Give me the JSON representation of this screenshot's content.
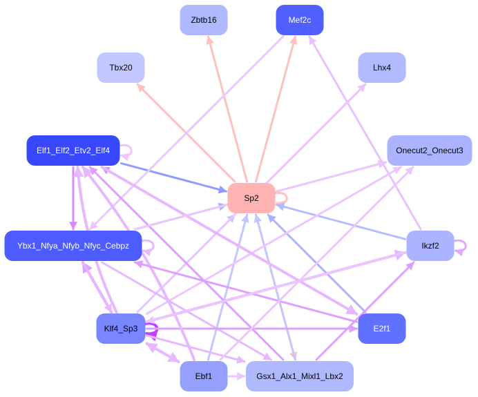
{
  "title": "Transcription factor regulatory network",
  "colors": {
    "pink_edge": "#ffc0c0",
    "light_violet_edge": "#ebc6ff",
    "violet_edge": "#d98cff",
    "mid_violet_edge": "#e2a8ff",
    "blue_edge": "#8c9cff",
    "light_blue_edge": "#b3bcff",
    "pale_blue_edge": "#c2c8ff",
    "magenta_loop": "#c040ff"
  },
  "nodes": [
    {
      "id": "Zbtb16",
      "label": "Zbtb16",
      "fill": "#b0b8ff",
      "text": "#000000"
    },
    {
      "id": "Mef2c",
      "label": "Mef2c",
      "fill": "#5060ff",
      "text": "#ffffff"
    },
    {
      "id": "Tbx20",
      "label": "Tbx20",
      "fill": "#c2c8ff",
      "text": "#000000"
    },
    {
      "id": "Lhx4",
      "label": "Lhx4",
      "fill": "#b3bbff",
      "text": "#000000"
    },
    {
      "id": "Elf1_Elf2_Etv2_Elf4",
      "label": "Elf1_Elf2_Etv2_Elf4",
      "fill": "#3848ff",
      "text": "#ffffff"
    },
    {
      "id": "Onecut2_Onecut3",
      "label": "Onecut2_Onecut3",
      "fill": "#acb4ff",
      "text": "#000000"
    },
    {
      "id": "Sp2",
      "label": "Sp2",
      "fill": "#ffb3b3",
      "text": "#000000"
    },
    {
      "id": "Ybx1_Nfya_Nfyb_Nfyc_Cebpz",
      "label": "Ybx1_Nfya_Nfyb_Nfyc_Cebpz",
      "fill": "#4c5cff",
      "text": "#ffffff"
    },
    {
      "id": "Ikzf2",
      "label": "Ikzf2",
      "fill": "#acb4ff",
      "text": "#000000"
    },
    {
      "id": "Klf4_Sp3",
      "label": "Klf4_Sp3",
      "fill": "#7a86ff",
      "text": "#000000"
    },
    {
      "id": "E2f1",
      "label": "E2f1",
      "fill": "#6070ff",
      "text": "#ffffff"
    },
    {
      "id": "Ebf1",
      "label": "Ebf1",
      "fill": "#96a0ff",
      "text": "#000000"
    },
    {
      "id": "Gsx1_Alx1_Mixl1_Lbx2",
      "label": "Gsx1_Alx1_Mixl1_Lbx2",
      "fill": "#b0b8ff",
      "text": "#000000"
    }
  ],
  "edges": [
    {
      "from": "Sp2",
      "to": "Zbtb16",
      "color": "#ffc0c0",
      "weight": 2
    },
    {
      "from": "Sp2",
      "to": "Mef2c",
      "color": "#ffc0c0",
      "weight": 2
    },
    {
      "from": "Sp2",
      "to": "Tbx20",
      "color": "#ffc0c0",
      "weight": 2
    },
    {
      "from": "Sp2",
      "to": "Lhx4",
      "color": "#ffc0c0",
      "weight": 2
    },
    {
      "from": "Sp2",
      "to": "Onecut2_Onecut3",
      "color": "#ffc0c0",
      "weight": 2
    },
    {
      "from": "Sp2",
      "to": "Gsx1_Alx1_Mixl1_Lbx2",
      "color": "#ffc0c0",
      "weight": 2
    },
    {
      "from": "Sp2",
      "to": "Sp2",
      "color": "#ffc0c0",
      "weight": 2
    },
    {
      "from": "Elf1_Elf2_Etv2_Elf4",
      "to": "Sp2",
      "color": "#8c9cff",
      "weight": 2
    },
    {
      "from": "Ybx1_Nfya_Nfyb_Nfyc_Cebpz",
      "to": "Sp2",
      "color": "#a8b2ff",
      "weight": 2
    },
    {
      "from": "Klf4_Sp3",
      "to": "Sp2",
      "color": "#c2c8ff",
      "weight": 2
    },
    {
      "from": "Ebf1",
      "to": "Sp2",
      "color": "#c2c8ff",
      "weight": 2
    },
    {
      "from": "Gsx1_Alx1_Mixl1_Lbx2",
      "to": "Sp2",
      "color": "#c2c8ff",
      "weight": 2
    },
    {
      "from": "E2f1",
      "to": "Sp2",
      "color": "#a8b2ff",
      "weight": 2
    },
    {
      "from": "Ikzf2",
      "to": "Sp2",
      "color": "#b3bcff",
      "weight": 2
    },
    {
      "from": "Ikzf2",
      "to": "Mef2c",
      "color": "#e6c2ff",
      "weight": 2
    },
    {
      "from": "Ikzf2",
      "to": "Ikzf2",
      "color": "#e0a8ff",
      "weight": 2
    },
    {
      "from": "Elf1_Elf2_Etv2_Elf4",
      "to": "Elf1_Elf2_Etv2_Elf4",
      "color": "#ebc6ff",
      "weight": 2
    },
    {
      "from": "Elf1_Elf2_Etv2_Elf4",
      "to": "Ybx1_Nfya_Nfyb_Nfyc_Cebpz",
      "color": "#d98cff",
      "weight": 2
    },
    {
      "from": "Mef2c",
      "to": "Ybx1_Nfya_Nfyb_Nfyc_Cebpz",
      "color": "#ebc6ff",
      "weight": 2
    },
    {
      "from": "Klf4_Sp3",
      "to": "Lhx4",
      "color": "#ebc6ff",
      "weight": 2
    },
    {
      "from": "Klf4_Sp3",
      "to": "Onecut2_Onecut3",
      "color": "#ebc6ff",
      "weight": 2
    },
    {
      "from": "Klf4_Sp3",
      "to": "Elf1_Elf2_Etv2_Elf4",
      "color": "#e6b8ff",
      "weight": 3
    },
    {
      "from": "Klf4_Sp3",
      "to": "Klf4_Sp3",
      "color": "#c040ff",
      "weight": 3
    },
    {
      "from": "Klf4_Sp3",
      "to": "Ybx1_Nfya_Nfyb_Nfyc_Cebpz",
      "color": "#dda0ff",
      "weight": 3
    },
    {
      "from": "Ybx1_Nfya_Nfyb_Nfyc_Cebpz",
      "to": "Klf4_Sp3",
      "color": "#e6b8ff",
      "weight": 2
    },
    {
      "from": "Ybx1_Nfya_Nfyb_Nfyc_Cebpz",
      "to": "Ybx1_Nfya_Nfyb_Nfyc_Cebpz",
      "color": "#e6b8ff",
      "weight": 2
    },
    {
      "from": "Ybx1_Nfya_Nfyb_Nfyc_Cebpz",
      "to": "Gsx1_Alx1_Mixl1_Lbx2",
      "color": "#e6b8ff",
      "weight": 2
    },
    {
      "from": "Klf4_Sp3",
      "to": "E2f1",
      "color": "#dda0ff",
      "weight": 2
    },
    {
      "from": "Klf4_Sp3",
      "to": "Ikzf2",
      "color": "#e6b8ff",
      "weight": 3
    },
    {
      "from": "Klf4_Sp3",
      "to": "Ebf1",
      "color": "#e6b8ff",
      "weight": 3
    },
    {
      "from": "Ebf1",
      "to": "Klf4_Sp3",
      "color": "#e6b8ff",
      "weight": 3
    },
    {
      "from": "Klf4_Sp3",
      "to": "Gsx1_Alx1_Mixl1_Lbx2",
      "color": "#e6b8ff",
      "weight": 2
    },
    {
      "from": "Ebf1",
      "to": "Gsx1_Alx1_Mixl1_Lbx2",
      "color": "#ebc6ff",
      "weight": 2
    },
    {
      "from": "Ebf1",
      "to": "Elf1_Elf2_Etv2_Elf4",
      "color": "#e6b8ff",
      "weight": 3
    },
    {
      "from": "Gsx1_Alx1_Mixl1_Lbx2",
      "to": "Elf1_Elf2_Etv2_Elf4",
      "color": "#dda0ff",
      "weight": 2
    },
    {
      "from": "Gsx1_Alx1_Mixl1_Lbx2",
      "to": "Ikzf2",
      "color": "#dda0ff",
      "weight": 2
    },
    {
      "from": "E2f1",
      "to": "Elf1_Elf2_Etv2_Elf4",
      "color": "#d98cff",
      "weight": 2
    },
    {
      "from": "E2f1",
      "to": "Ybx1_Nfya_Nfyb_Nfyc_Cebpz",
      "color": "#dda0ff",
      "weight": 2
    },
    {
      "from": "Elf1_Elf2_Etv2_Elf4",
      "to": "E2f1",
      "color": "#e6b8ff",
      "weight": 3
    },
    {
      "from": "Ikzf2",
      "to": "Klf4_Sp3",
      "color": "#ebc6ff",
      "weight": 2
    },
    {
      "from": "Ybx1_Nfya_Nfyb_Nfyc_Cebpz",
      "to": "Onecut2_Onecut3",
      "color": "#ebc6ff",
      "weight": 2
    },
    {
      "from": "Ebf1",
      "to": "Onecut2_Onecut3",
      "color": "#ebc6ff",
      "weight": 2
    }
  ]
}
